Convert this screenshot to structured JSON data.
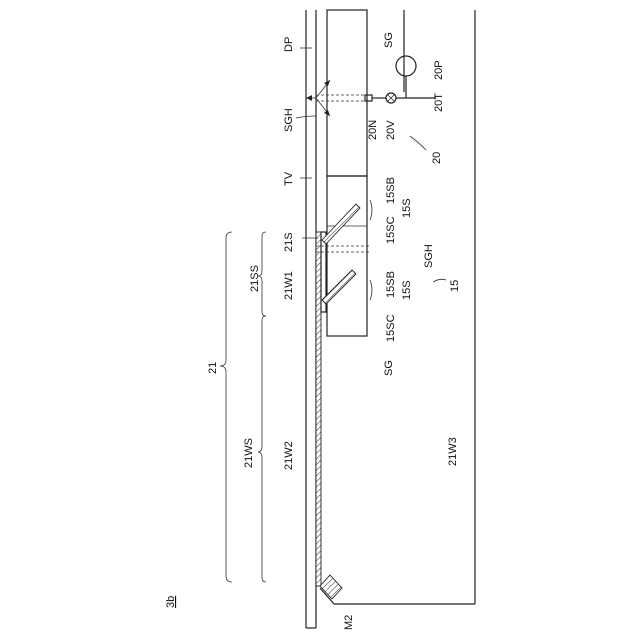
{
  "labels": {
    "fig": "3b",
    "dp": "DP",
    "sg_top": "SG",
    "sgh_top": "SGH",
    "tv": "TV",
    "p20": "20P",
    "t20": "20T",
    "n20": "20N",
    "v20": "20V",
    "n20b": "20",
    "s15sc_a": "15SC",
    "s15sb_a": "15SB",
    "s15s_a": "15S",
    "s21": "21S",
    "sgh_mid": "SGH",
    "s15": "15",
    "s15sb_b": "15SB",
    "s15s_b": "15S",
    "s15sc_b": "15SC",
    "sg_bot": "SG",
    "ss21": "21SS",
    "w21_1": "21W1",
    "n21": "21",
    "ws21": "21WS",
    "w21_2": "21W2",
    "w21_3": "21W3",
    "m2": "M2"
  }
}
